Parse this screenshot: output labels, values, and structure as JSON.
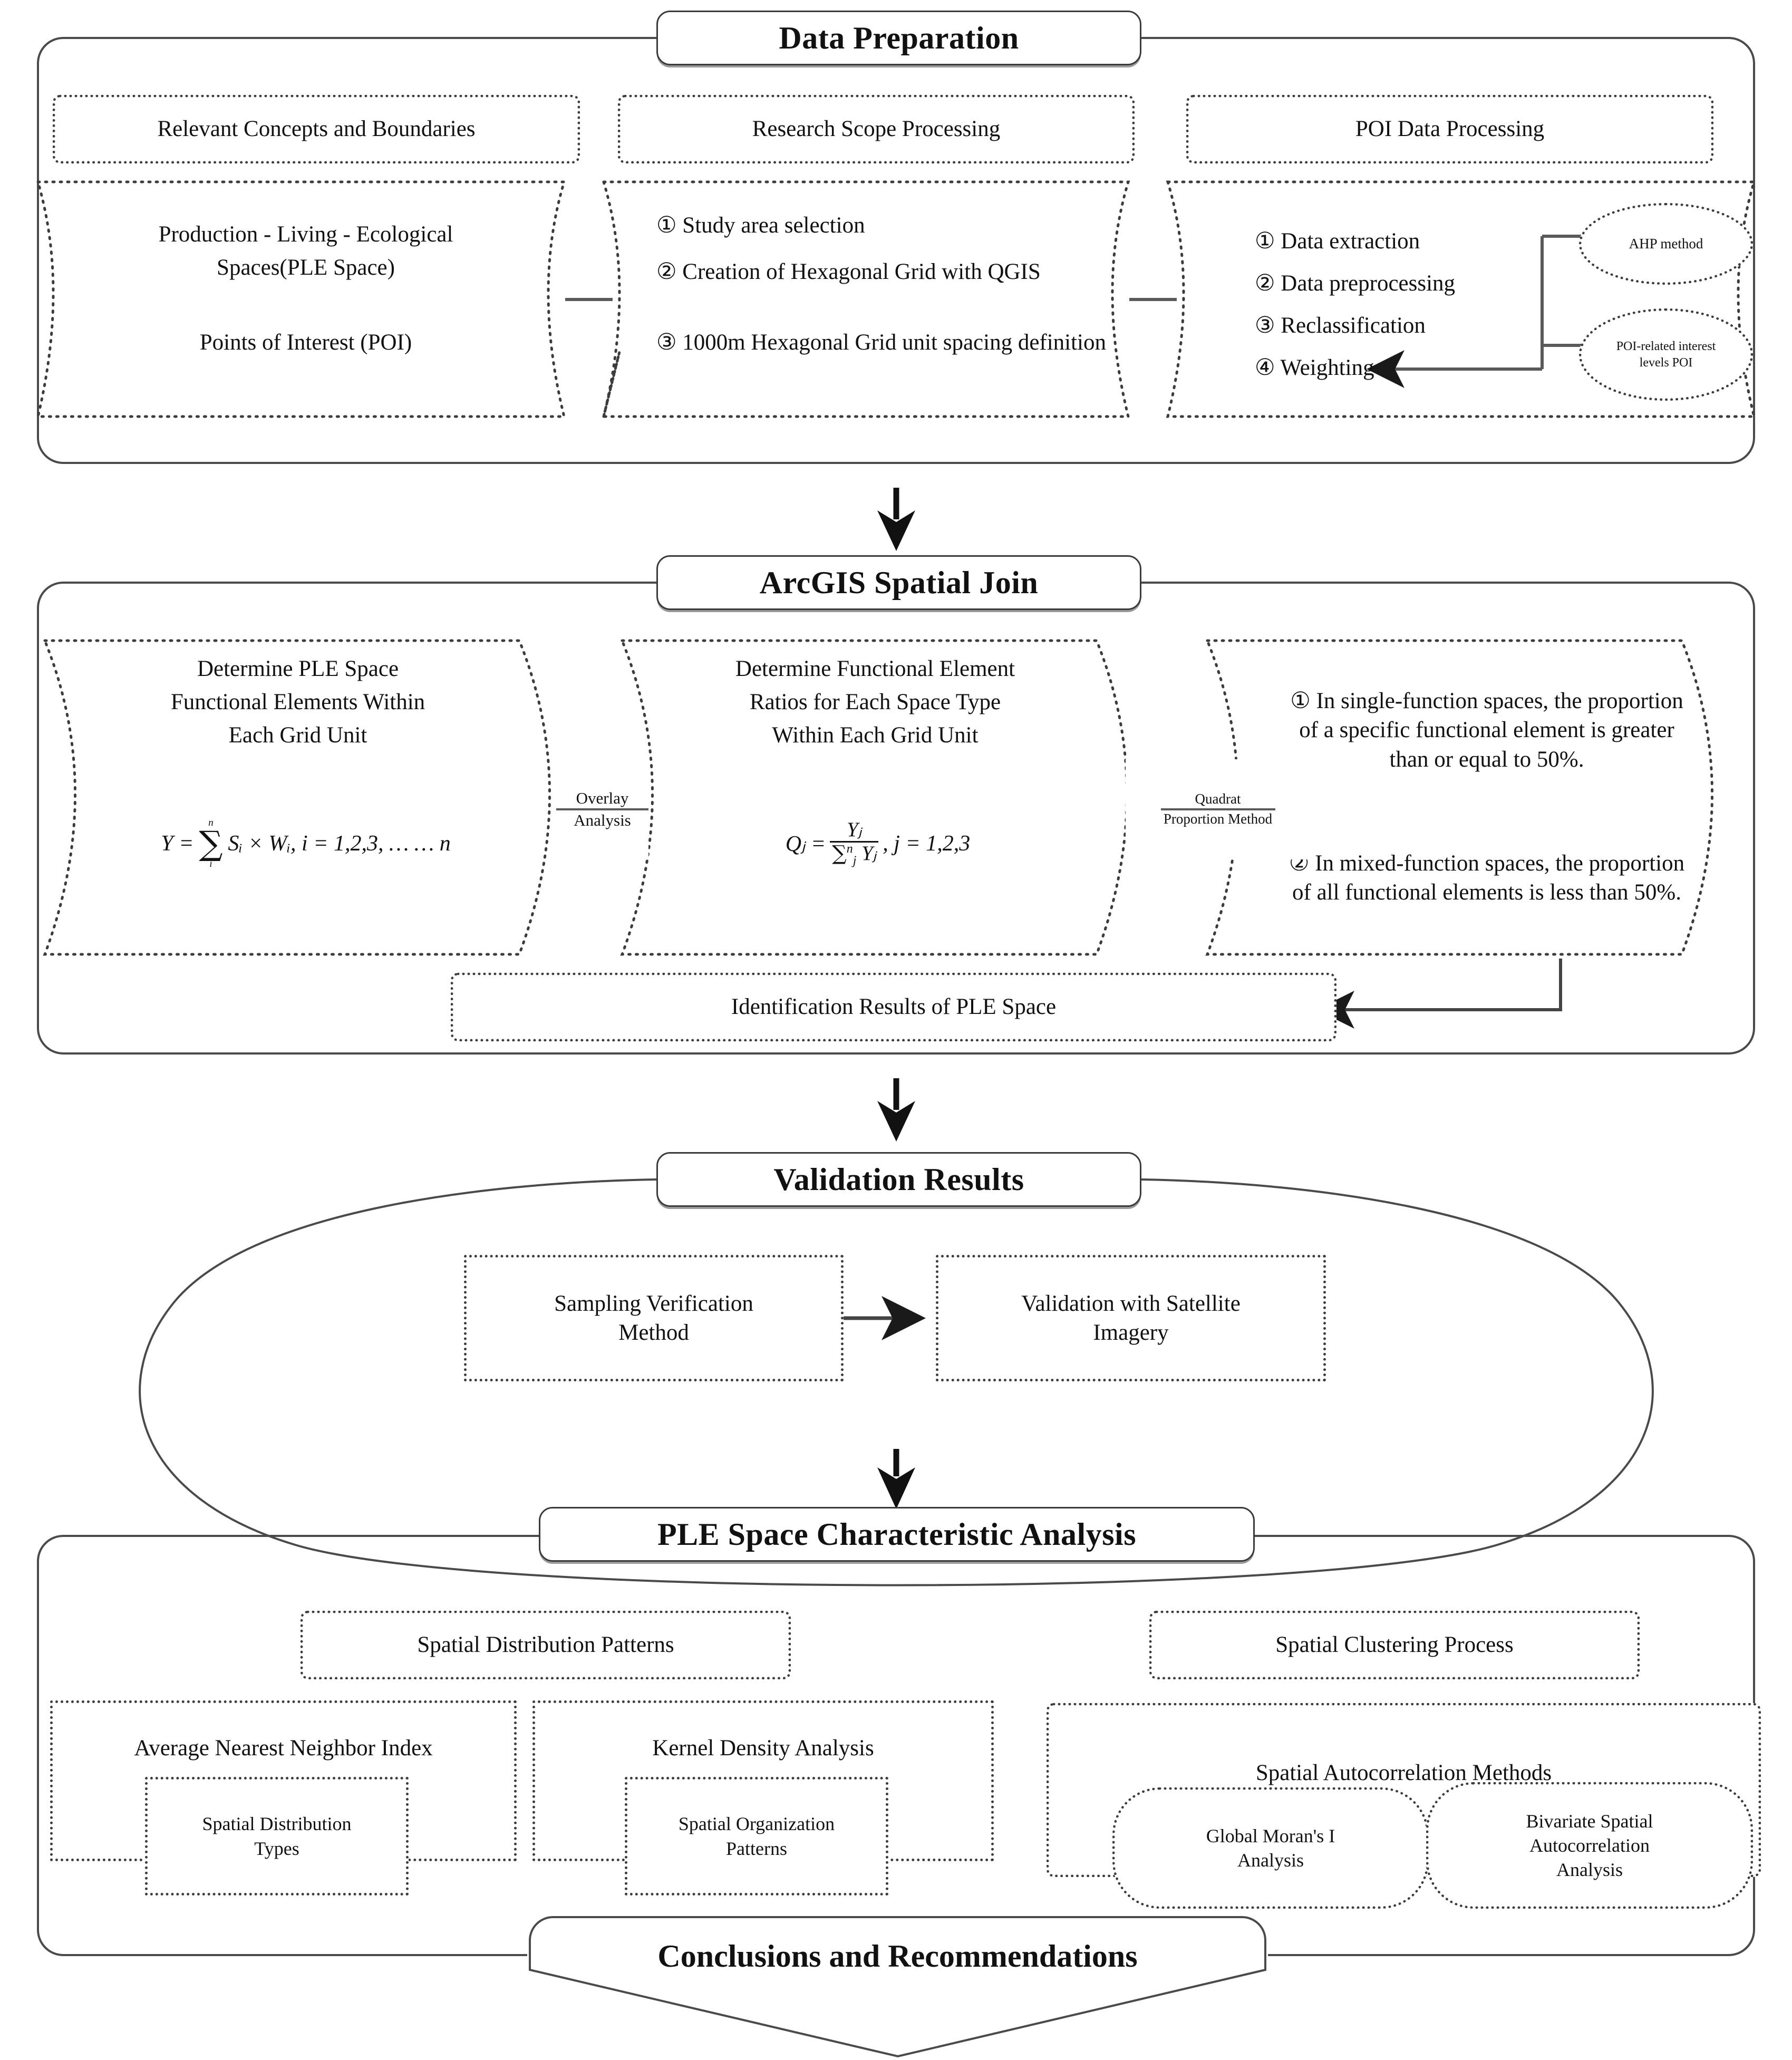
{
  "sections": {
    "data_preparation": {
      "title": "Data Preparation",
      "col1": {
        "header": "Relevant Concepts and Boundaries",
        "line1": "Production - Living - Ecological",
        "line2": "Spaces(PLE Space)",
        "line3": "Points of Interest (POI)"
      },
      "col2": {
        "header": "Research Scope Processing",
        "items": [
          "① Study area selection",
          "② Creation of Hexagonal Grid with QGIS",
          "③ 1000m Hexagonal Grid unit spacing definition"
        ]
      },
      "col3": {
        "header": "POI Data Processing",
        "items": [
          "① Data extraction",
          "② Data preprocessing",
          "③ Reclassification",
          "④ Weighting"
        ],
        "bubble1": "AHP method",
        "bubble2_line1": "POI-related interest",
        "bubble2_line2": "levels POI"
      }
    },
    "arcgis": {
      "title": "ArcGIS Spatial Join",
      "left": {
        "line1": "Determine PLE Space",
        "line2": "Functional Elements Within",
        "line3": "Each Grid Unit",
        "formula": "Y = ∑ Sᵢ × Wᵢ, i = 1,2,3, … … n",
        "formula_head": "Y =",
        "sum_upper": "n",
        "sum_lower": "i",
        "formula_tail": "Sᵢ × Wᵢ, i = 1,2,3, … … n"
      },
      "connector1_top": "Overlay",
      "connector1_bottom": "Analysis",
      "middle": {
        "line1": "Determine Functional Element",
        "line2": "Ratios for Each Space Type",
        "line3": "Within Each Grid Unit",
        "formula_head": "Qⱼ =",
        "frac_num": "Yⱼ",
        "frac_den_sum": "∑",
        "frac_den_sup": "n",
        "frac_den_sub": "j",
        "frac_den_tail": "Yⱼ",
        "formula_tail": ", j = 1,2,3"
      },
      "connector2_top": "Quadrat",
      "connector2_bottom": "Proportion Method",
      "right": {
        "item1": "① In single-function spaces, the proportion of a specific functional element is greater than or equal to 50%.",
        "item2": "② In mixed-function spaces, the proportion of all functional elements is less than 50%."
      },
      "result": "Identification Results of PLE Space"
    },
    "validation": {
      "title": "Validation Results",
      "box1_line1": "Sampling Verification",
      "box1_line2": "Method",
      "box2_line1": "Validation with Satellite",
      "box2_line2": "Imagery"
    },
    "characteristic": {
      "title": "PLE Space Characteristic Analysis",
      "left_header": "Spatial Distribution Patterns",
      "ann_index": "Average Nearest Neighbor Index",
      "ann_sub_line1": "Spatial Distribution",
      "ann_sub_line2": "Types",
      "kernel": "Kernel Density Analysis",
      "kernel_sub_line1": "Spatial Organization",
      "kernel_sub_line2": "Patterns",
      "right_header": "Spatial Clustering Process",
      "autocorr": "Spatial Autocorrelation Methods",
      "moran_line1": "Global Moran's I",
      "moran_line2": "Analysis",
      "bivar_line1": "Bivariate Spatial",
      "bivar_line2": "Autocorrelation",
      "bivar_line3": "Analysis"
    },
    "conclusions": {
      "title": "Conclusions and Recommendations"
    }
  },
  "colors": {
    "stroke": "#3c3c3c",
    "shadow": "#9a9a9a",
    "text": "#111111"
  }
}
